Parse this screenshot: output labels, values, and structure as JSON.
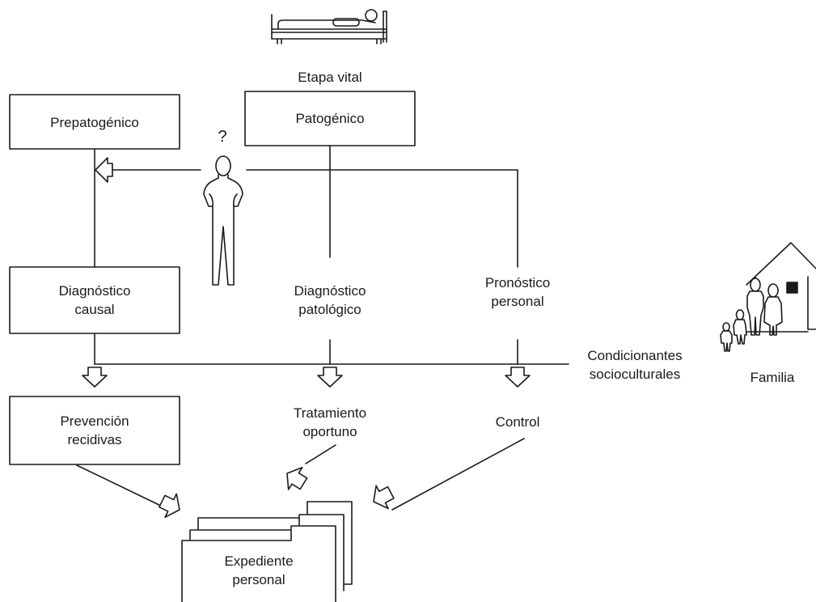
{
  "labels": {
    "etapa_vital": "Etapa vital",
    "prepatogenico": "Prepatogénico",
    "patogenico": "Patogénico",
    "question_mark": "?",
    "diagnostico_causal": [
      "Diagnóstico",
      "causal"
    ],
    "diagnostico_patologico": [
      "Diagnóstico",
      "patológico"
    ],
    "pronostico_personal": [
      "Pronóstico",
      "personal"
    ],
    "condicionantes": [
      "Condicionantes",
      "socioculturales"
    ],
    "familia": "Familia",
    "prevencion_recidivas": [
      "Prevención",
      "recidivas"
    ],
    "tratamiento_oportuno": [
      "Tratamiento",
      "oportuno"
    ],
    "control": "Control",
    "expediente_personal": [
      "Expediente",
      "personal"
    ]
  },
  "icons": {
    "bed": "patient-in-bed-icon",
    "person": "standing-person-icon",
    "family": "family-and-house-icon"
  },
  "colors": {
    "stroke": "#1a1a1a",
    "fill": "#ffffff"
  }
}
